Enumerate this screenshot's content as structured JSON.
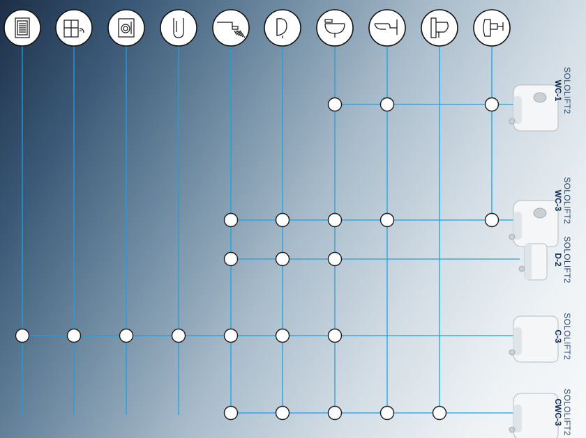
{
  "appliances": [
    {
      "icon": "washing-machine-icon"
    },
    {
      "icon": "kitchen-sink-icon"
    },
    {
      "icon": "dishwasher-icon"
    },
    {
      "icon": "bathtub-icon"
    },
    {
      "icon": "shower-icon"
    },
    {
      "icon": "urinal-icon"
    },
    {
      "icon": "washbasin-icon"
    },
    {
      "icon": "wall-hung-wc-icon"
    },
    {
      "icon": "floor-standing-wc-icon"
    },
    {
      "icon": "wc-with-pump-icon"
    }
  ],
  "pumps": [
    {
      "brand": "SOLOLIFT2",
      "model": "WC-1",
      "connects": [
        6,
        7,
        9
      ]
    },
    {
      "brand": "SOLOLIFT2",
      "model": "WC-3",
      "connects": [
        4,
        5,
        6,
        7,
        9
      ]
    },
    {
      "brand": "SOLOLIFT2",
      "model": "D-2",
      "connects": [
        4,
        5,
        6
      ]
    },
    {
      "brand": "SOLOLIFT2",
      "model": "C-3",
      "connects": [
        0,
        1,
        2,
        3,
        4,
        5,
        6
      ]
    },
    {
      "brand": "SOLOLIFT2",
      "model": "CWC-3",
      "connects": [
        4,
        5,
        6,
        7,
        8
      ]
    }
  ],
  "colors": {
    "line": "#1aa1e0",
    "title": "#0c2e56"
  }
}
